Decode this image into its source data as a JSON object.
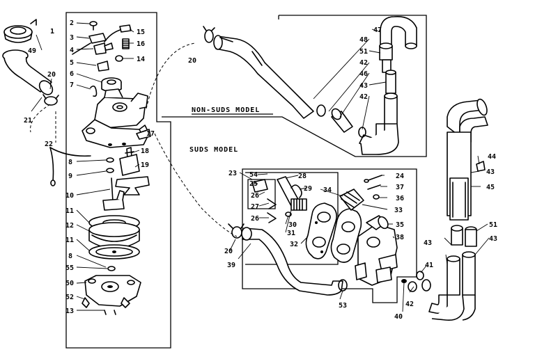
{
  "headings": {
    "non_suds": "NON-SUDS MODEL",
    "suds": "SUDS MODEL"
  },
  "callouts": {
    "c1": "1",
    "c2": "2",
    "c3": "3",
    "c4": "4",
    "c5": "5",
    "c6": "6",
    "c7": "7",
    "c8a": "8",
    "c8b": "8",
    "c9": "9",
    "c10": "10",
    "c11a": "11",
    "c11b": "11",
    "c12": "12",
    "c13": "13",
    "c14": "14",
    "c15": "15",
    "c16": "16",
    "c17": "17",
    "c18": "18",
    "c19": "19",
    "c20a": "20",
    "c20b": "20",
    "c20c": "20",
    "c21": "21",
    "c22": "22",
    "c23": "23",
    "c24": "24",
    "c25": "25",
    "c26a": "26",
    "c26b": "26",
    "c27": "27",
    "c28": "28",
    "c29": "29",
    "c30": "30",
    "c31": "31",
    "c32": "32",
    "c33": "33",
    "c34": "34",
    "c35": "35",
    "c36": "36",
    "c37": "37",
    "c38": "38",
    "c39": "39",
    "c40": "40",
    "c41": "41",
    "c42a": "42",
    "c42b": "42",
    "c42c": "42",
    "c43a": "43",
    "c43b": "43",
    "c43c": "43",
    "c43d": "43",
    "c44": "44",
    "c45": "45",
    "c46": "46",
    "c47": "47",
    "c48": "48",
    "c49": "49",
    "c50": "50",
    "c51a": "51",
    "c51b": "51",
    "c52": "52",
    "c53": "53",
    "c54": "54",
    "c55": "55"
  }
}
